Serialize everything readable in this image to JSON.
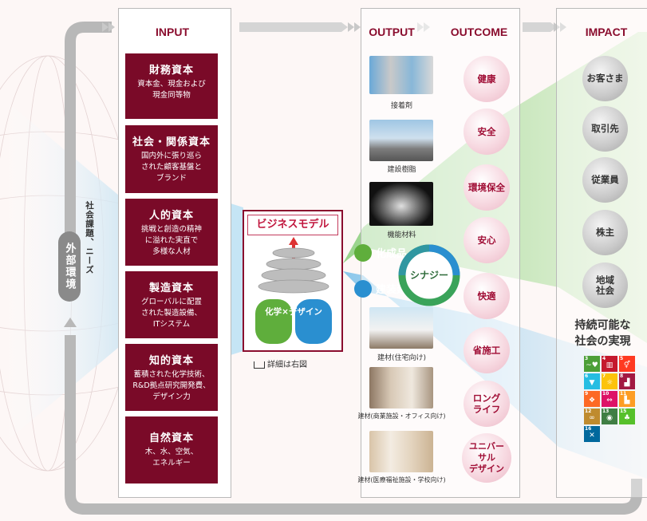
{
  "headers": {
    "input": "INPUT",
    "output": "OUTPUT",
    "outcome": "OUTCOME",
    "impact": "IMPACT"
  },
  "left_label": {
    "pill": "外部環境",
    "side": "社会課題、ニーズ"
  },
  "capitals": [
    {
      "title": "財務資本",
      "desc": "資本金、現金および\n現金同等物"
    },
    {
      "title": "社会・関係資本",
      "desc": "国内外に張り巡ら\nされた顧客基盤と\nブランド"
    },
    {
      "title": "人的資本",
      "desc": "挑戦と創造の精神\nに溢れた実直で\n多様な人材"
    },
    {
      "title": "製造資本",
      "desc": "グローバルに配置\nされた製造設備、\nITシステム"
    },
    {
      "title": "知的資本",
      "desc": "蓄積された化学技術、\nR&D拠点研究開発費、\nデザイン力"
    },
    {
      "title": "自然資本",
      "desc": "木、水、空気、\nエネルギー"
    }
  ],
  "business_model": {
    "title": "ビジネスモデル",
    "left": "化学",
    "cross": "×",
    "right": "デザイン",
    "detail": "詳細は右図",
    "book_icon": "book-icon"
  },
  "segments": {
    "chem": "化成品",
    "build": "建装建材",
    "synergy": "シナジー"
  },
  "products": [
    "接着剤",
    "建設樹脂",
    "機能材料",
    "建材(住宅向け)",
    "建材(商業施設・オフィス向け)",
    "建材(医療福祉施設・学校向け)"
  ],
  "outcomes": [
    "健康",
    "安全",
    "環境保全",
    "安心",
    "快適",
    "省施工",
    "ロング\nライフ",
    "ユニバー\nサル\nデザイン"
  ],
  "stakeholders": [
    "お客さま",
    "取引先",
    "従業員",
    "株主",
    "地域\n社会"
  ],
  "sustainable": "持続可能な\n社会の実現",
  "sdgs": [
    {
      "n": "3",
      "color": "#4c9f38",
      "icon": "heartbeat-icon",
      "glyph": "~♥"
    },
    {
      "n": "4",
      "color": "#c5192d",
      "icon": "book-icon",
      "glyph": "▥"
    },
    {
      "n": "5",
      "color": "#ff3a21",
      "icon": "gender-icon",
      "glyph": "⚥"
    },
    {
      "n": "6",
      "color": "#26bde2",
      "icon": "water-icon",
      "glyph": "▼"
    },
    {
      "n": "7",
      "color": "#fcc30b",
      "icon": "sun-icon",
      "glyph": "☼"
    },
    {
      "n": "8",
      "color": "#a21942",
      "icon": "growth-icon",
      "glyph": "▟"
    },
    {
      "n": "9",
      "color": "#fd6925",
      "icon": "cubes-icon",
      "glyph": "❖"
    },
    {
      "n": "10",
      "color": "#dd1367",
      "icon": "equality-icon",
      "glyph": "⇔"
    },
    {
      "n": "11",
      "color": "#fd9d24",
      "icon": "city-icon",
      "glyph": "▙"
    },
    {
      "n": "12",
      "color": "#bf8b2e",
      "icon": "infinity-icon",
      "glyph": "∞"
    },
    {
      "n": "13",
      "color": "#3f7e44",
      "icon": "eye-icon",
      "glyph": "◉"
    },
    {
      "n": "15",
      "color": "#56c02b",
      "icon": "tree-icon",
      "glyph": "♣"
    },
    {
      "n": "16",
      "color": "#00689d",
      "icon": "dove-icon",
      "glyph": "✕"
    }
  ],
  "colors": {
    "brand": "#7a0a28",
    "outcome_text": "#a00d35",
    "synergy": "#2e8b3e"
  }
}
